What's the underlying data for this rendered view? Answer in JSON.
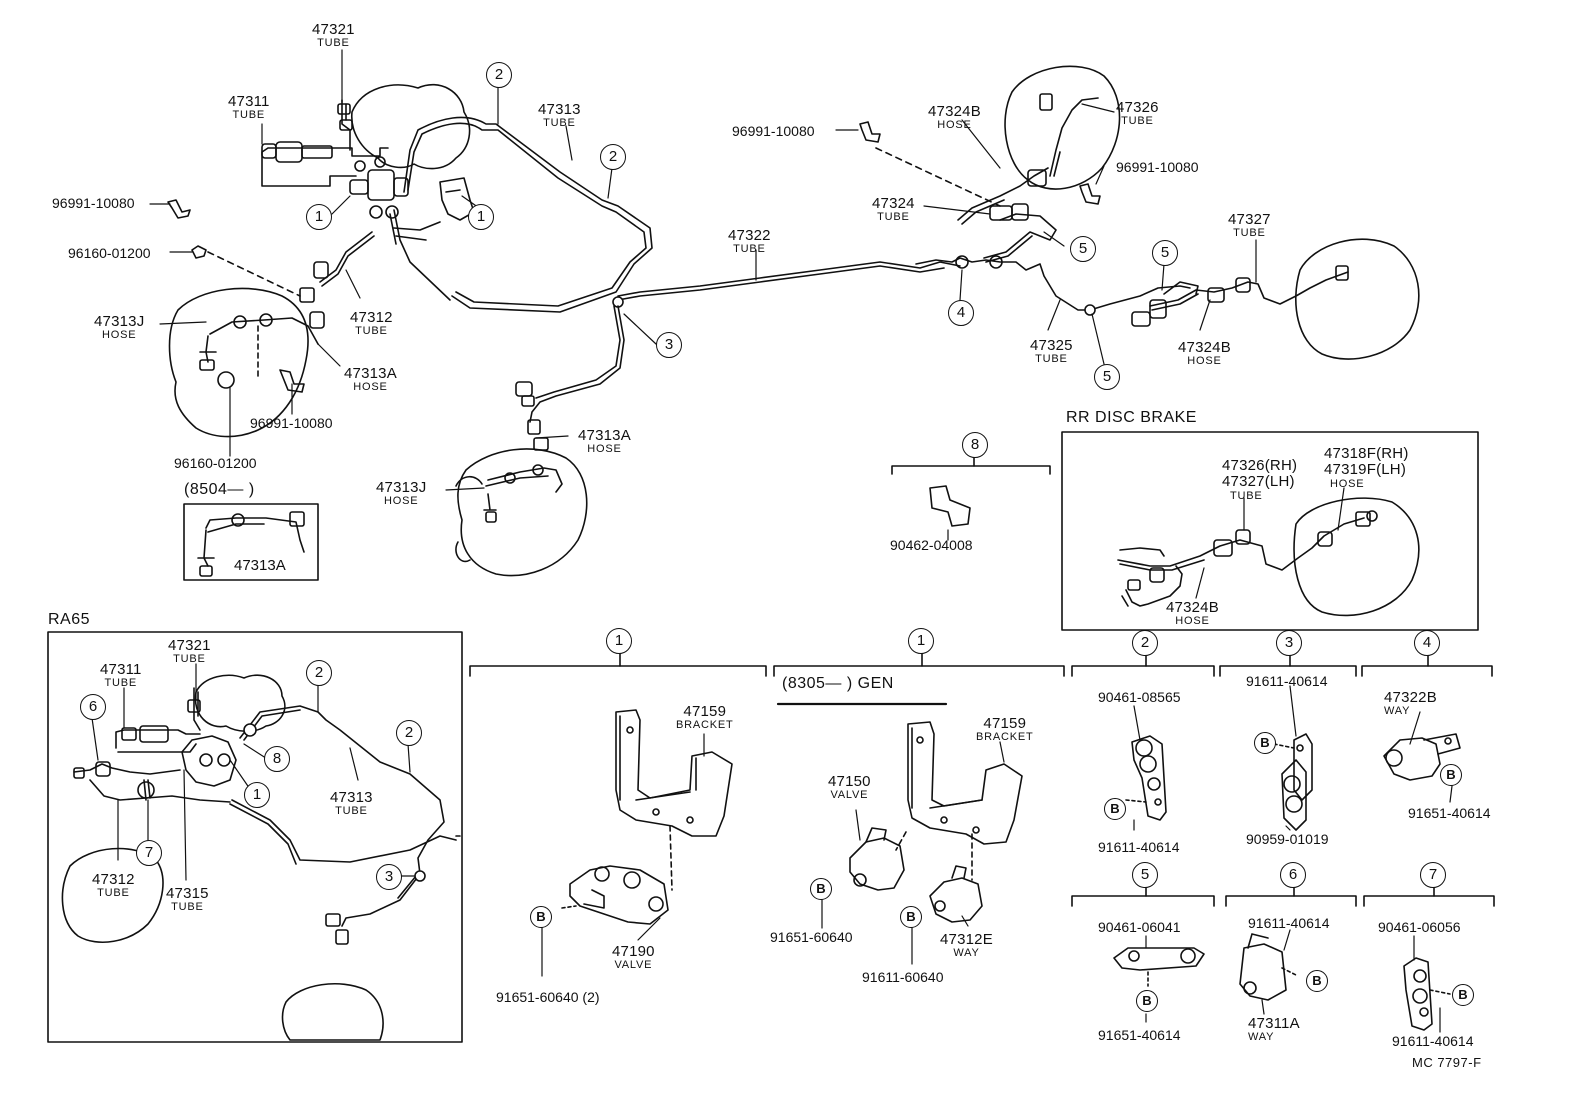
{
  "labels": {
    "t47321_top": {
      "num": "47321",
      "sub": "TUBE"
    },
    "t47311_top": {
      "num": "47311",
      "sub": "TUBE"
    },
    "t47313_top": {
      "num": "47313",
      "sub": "TUBE"
    },
    "t47312_top": {
      "num": "47312",
      "sub": "TUBE"
    },
    "h47313J_left": {
      "num": "47313J",
      "sub": "HOSE"
    },
    "h47313A_left": {
      "num": "47313A",
      "sub": "HOSE"
    },
    "h47313A_mid": {
      "num": "47313A",
      "sub": "HOSE"
    },
    "h47313J_mid": {
      "num": "47313J",
      "sub": "HOSE"
    },
    "t47322": {
      "num": "47322",
      "sub": "TUBE"
    },
    "h47324B_top": {
      "num": "47324B",
      "sub": "HOSE"
    },
    "t47326_top": {
      "num": "47326",
      "sub": "TUBE"
    },
    "t47324": {
      "num": "47324",
      "sub": "TUBE"
    },
    "t47327": {
      "num": "47327",
      "sub": "TUBE"
    },
    "t47325": {
      "num": "47325",
      "sub": "TUBE"
    },
    "h47324B_right": {
      "num": "47324B",
      "sub": "HOSE"
    },
    "t47326_rr": {
      "num": "47326(RH)\n47327(LH)",
      "sub": "TUBE"
    },
    "h47318F_rr": {
      "num": "47318F(RH)\n47319F(LH)",
      "sub": "HOSE"
    },
    "h47324B_rr": {
      "num": "47324B",
      "sub": "HOSE"
    },
    "t47321_ra": {
      "num": "47321",
      "sub": "TUBE"
    },
    "t47311_ra": {
      "num": "47311",
      "sub": "TUBE"
    },
    "t47313_ra": {
      "num": "47313",
      "sub": "TUBE"
    },
    "t47312_ra": {
      "num": "47312",
      "sub": "TUBE"
    },
    "t47315_ra": {
      "num": "47315",
      "sub": "TUBE"
    },
    "b47159_1": {
      "num": "47159",
      "sub": "BRACKET"
    },
    "v47190": {
      "num": "47190",
      "sub": "VALVE"
    },
    "b47159_2": {
      "num": "47159",
      "sub": "BRACKET"
    },
    "v47150": {
      "num": "47150",
      "sub": "VALVE"
    },
    "w47312E": {
      "num": "47312E",
      "sub": "WAY"
    },
    "w47322B": {
      "num": "47322B",
      "sub": "WAY"
    },
    "w47311A": {
      "num": "47311A",
      "sub": "WAY"
    }
  },
  "part_numbers": {
    "clip_96991_a": "96991-10080",
    "clip_96160_a": "96160-01200",
    "clip_96991_b": "96991-10080",
    "clip_96160_b": "96160-01200",
    "clip_96991_c": "96991-10080",
    "clip_96991_d": "96991-10080",
    "insert_47313A": "47313A",
    "p90462": "90462-04008",
    "p91651_60640_2": "91651-60640 (2)",
    "p91651_60640": "91651-60640",
    "p91611_60640": "91611-60640",
    "p90461_08565": "90461-08565",
    "p91611_40614_a": "91611-40614",
    "p91611_40614_b": "91611-40614",
    "p90959": "90959-01019",
    "p91651_40614_a": "91651-40614",
    "p90461_06041": "90461-06041",
    "p91651_40614_b": "91651-40614",
    "p91611_40614_c": "91611-40614",
    "p90461_06056": "90461-06056",
    "p91611_40614_d": "91611-40614",
    "mc_code": "MC 7797-F"
  },
  "sections": {
    "insert_range": "(8504—        )",
    "rr_disc_brake": "RR  DISC  BRAKE",
    "ra65": "RA65",
    "gen_range": "(8305—        ) GEN"
  },
  "callouts": {
    "c1": "1",
    "c2": "2",
    "c3": "3",
    "c4": "4",
    "c5": "5",
    "c6": "6",
    "c7": "7",
    "c8": "8",
    "b": "B"
  }
}
